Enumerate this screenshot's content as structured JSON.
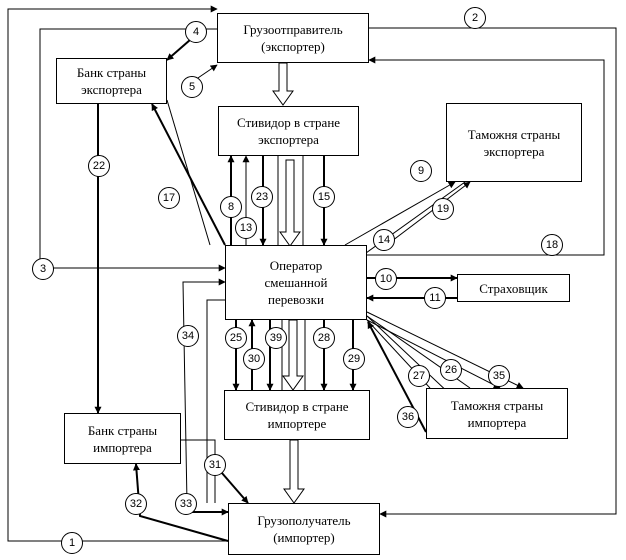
{
  "nodes": {
    "shipper": "Грузоотправитель\n(экспортер)",
    "bank_exporter": "Банк страны\nэкспортера",
    "stevedore_exporter": "Стивидор в стране\nэкспортера",
    "customs_exporter": "Таможня страны\nэкспортера",
    "operator": "Оператор\nсмешанной\nперевозки",
    "insurer": "Страховщик",
    "stevedore_importer": "Стивидор в стране\nимпортере",
    "customs_importer": "Таможня страны\nимпортера",
    "bank_importer": "Банк страны\nимпортера",
    "consignee": "Грузополучатель\n(импортер)"
  },
  "labels": [
    "1",
    "2",
    "3",
    "4",
    "5",
    "8",
    "9",
    "10",
    "11",
    "13",
    "14",
    "15",
    "17",
    "18",
    "19",
    "22",
    "23",
    "25",
    "26",
    "27",
    "28",
    "29",
    "30",
    "31",
    "32",
    "33",
    "34",
    "35",
    "36",
    "39"
  ]
}
